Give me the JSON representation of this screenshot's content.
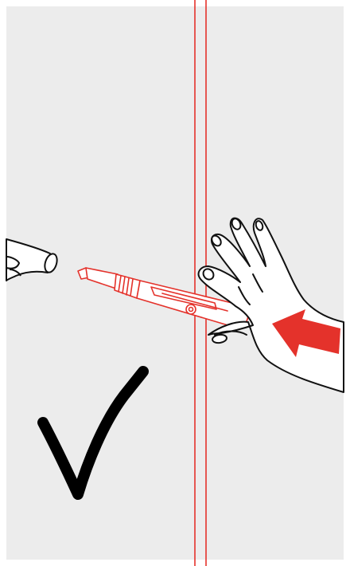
{
  "illustration": {
    "colors": {
      "panel": "#ececec",
      "background": "#ffffff",
      "accent": "#e4322b",
      "line": "#111111",
      "check": "#000000"
    },
    "icons": [
      "wall-panel",
      "wall-joint-lines",
      "vacuum-nozzle",
      "marker-pen",
      "hand",
      "push-arrow",
      "checkmark"
    ]
  }
}
